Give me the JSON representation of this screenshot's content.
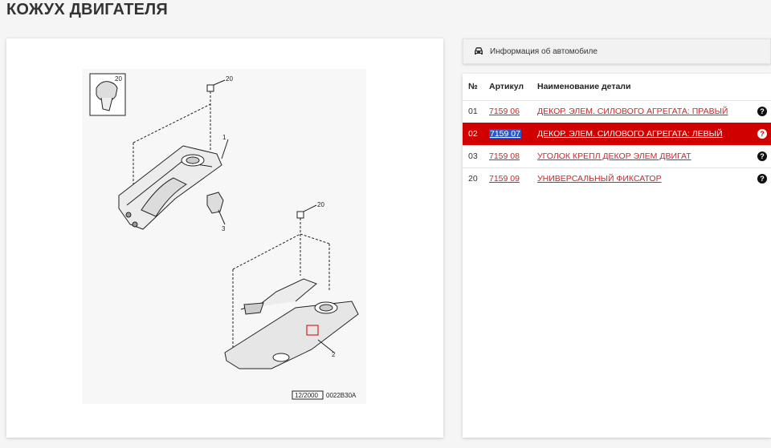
{
  "page": {
    "title": "КОЖУХ ДВИГАТЕЛЯ"
  },
  "diagram": {
    "callouts": {
      "insert": "20",
      "clip_top": "20",
      "shroud_right": "1",
      "bracket": "3",
      "clip_lower": "20",
      "cover": "2"
    },
    "code_date": "12/2000",
    "code_number": "0022B30A"
  },
  "car_info": {
    "label": "Информация об автомобиле",
    "icon": "car-icon"
  },
  "parts": {
    "headers": {
      "no": "№",
      "article": "Артикул",
      "name": "Наименование детали"
    },
    "rows": [
      {
        "no": "01",
        "article": "7159 06",
        "name": "ДЕКОР. ЭЛЕМ. СИЛОВОГО АГРЕГАТА: ПРАВЫЙ",
        "help": "?",
        "selected": false
      },
      {
        "no": "02",
        "article": "7159 07",
        "name": "ДЕКОР. ЭЛЕМ. СИЛОВОГО АГРЕГАТА: ЛЕВЫЙ",
        "help": "?",
        "selected": true
      },
      {
        "no": "03",
        "article": "7159 08",
        "name": "УГОЛОК КРЕПЛ ДЕКОР ЭЛЕМ ДВИГАТ",
        "help": "?",
        "selected": false
      },
      {
        "no": "20",
        "article": "7159 09",
        "name": "УНИВЕРСАЛЬНЫЙ ФИКСАТОР",
        "help": "?",
        "selected": false
      }
    ]
  },
  "colors": {
    "accent_red": "#d00000",
    "link_red": "#c62828",
    "highlight_blue": "#2c58c5"
  }
}
